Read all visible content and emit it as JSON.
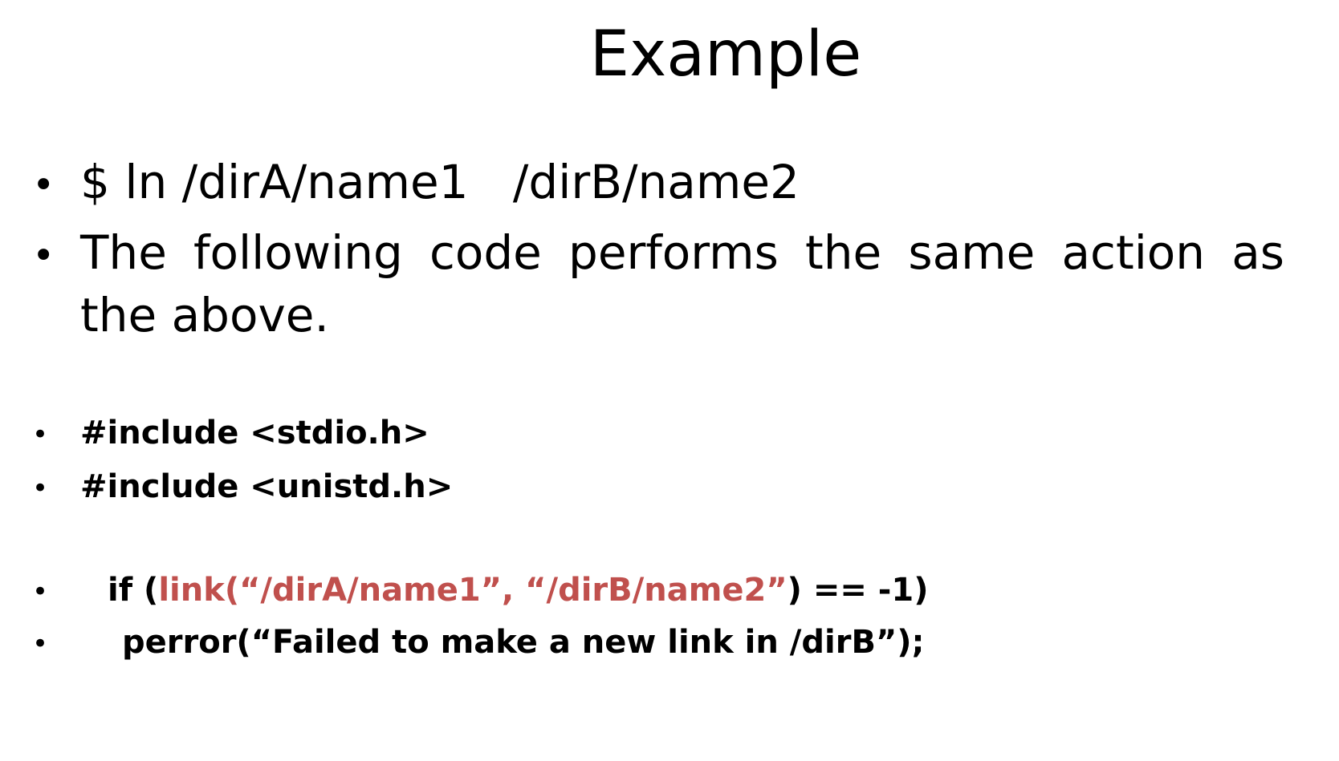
{
  "slide": {
    "title": "Example",
    "bullets": [
      {
        "marker": "•",
        "text": "$ ln /dirA/name1   /dirB/name2"
      },
      {
        "marker": "•",
        "text": "The following code performs the same action as the above."
      }
    ],
    "code_lines": [
      {
        "marker": "•",
        "text": "#include <stdio.h>"
      },
      {
        "marker": "•",
        "text": "#include <unistd.h>"
      },
      {
        "marker": "•",
        "pre": "if (",
        "highlight": "link(“/dirA/name1”, “/dirB/name2”",
        "post": ") == -1)"
      },
      {
        "marker": "•",
        "text": "perror(“Failed to make a new link in /dirB”);"
      }
    ],
    "colors": {
      "highlight": "#c0504d",
      "text": "#000000",
      "background": "#ffffff"
    }
  }
}
